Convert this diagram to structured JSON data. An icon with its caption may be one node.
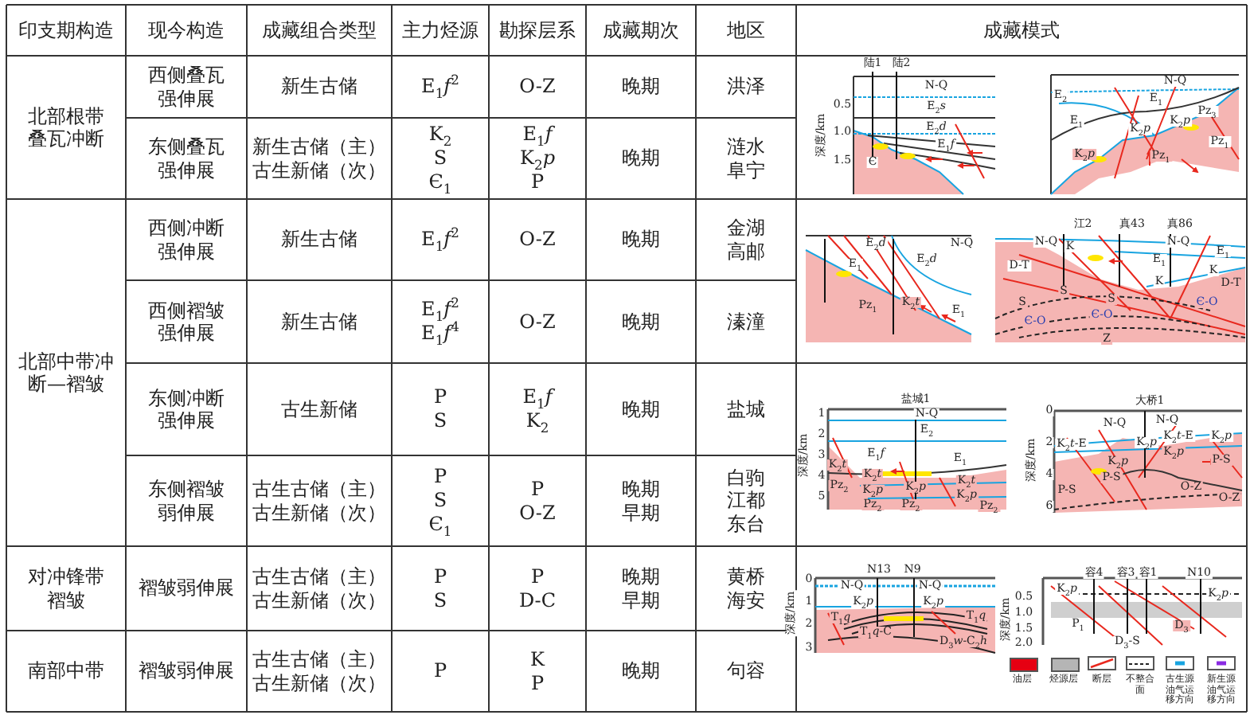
{
  "diagram": {
    "labels": [
      "印支期构造",
      "现今构造",
      "成藏组合类型",
      "主力烃源",
      "勘探层系",
      "成藏期次",
      "地区",
      "成藏模式",
      "北部根带叠瓦冲断",
      "西侧叠瓦强伸展",
      "新生古储",
      "E$_{1}$*f*$^{2}$",
      "O-Z",
      "晚期",
      "洪泽",
      "东侧叠瓦强伸展",
      "新生古储（主）古生新储（次）",
      "K$_{2}$ S Є$_{1}$",
      "E$_{1}$*f* K$_{2}$*p* P",
      "晚期",
      "涟水阜宁",
      "北部中带冲断—褶皱",
      "西侧冲断强伸展",
      "新生古储",
      "E$_{1}$*f*$^{2}$",
      "O-Z",
      "晚期",
      "金湖高邮",
      "西侧褶皱强伸展",
      "新生古储",
      "E$_{1}$*f*$^{2}$ E$_{1}$*f*$^{4}$",
      "O-Z",
      "晚期",
      "溱潼",
      "东侧冲断强伸展",
      "古生新储",
      "P S",
      "E$_{1}$*f* K$_{2}$",
      "晚期",
      "盐城",
      "东侧褶皱弱伸展",
      "古生古储（主）古生新储（次）",
      "P S Є$_{1}$",
      "P O-Z",
      "晚期早期",
      "白驹江都东台",
      "对冲锋带褶皱",
      "褶皱弱伸展",
      "古生古储（主）古生新储（次）",
      "P S",
      "P D-C",
      "晚期早期",
      "黄桥海安",
      "南部中带",
      "褶皱弱伸展",
      "古生古储（主）古生新储（次）",
      "P",
      "K P",
      "晚期",
      "句容",
      "陆1",
      "陆2",
      "N-Q",
      "E$_{2}$*s*",
      "E$_{2}$*d*",
      "E$_{1}$*f*",
      "Є",
      "0.5",
      "1.0",
      "1.5",
      "深度/km",
      "N-Q",
      "E$_{2}$",
      "E$_{1}$",
      "E$_{1}$",
      "K$_{2}$*p*",
      "K$_{2}$*p*",
      "Pz$_{3}$",
      "Pz$_{1}$",
      "K$_{2}$*p*",
      "Pz$_{1}$",
      "E$_{2}$*d*",
      "N-Q",
      "E$_{1}$",
      "E$_{2}$*d*",
      "Pz$_{1}$",
      "K$_{2}$*t*",
      "E$_{1}$",
      "江2",
      "真43",
      "真86",
      "N-Q",
      "K",
      "N-Q",
      "D-T",
      "E$_{1}$",
      "E$_{1}$",
      "K",
      "K",
      "D-T",
      "S",
      "S",
      "S",
      "Є-O",
      "Є-O",
      "Є-O",
      "Z",
      "盐城1",
      "1",
      "2",
      "3",
      "4",
      "5",
      "深度/km",
      "N-Q",
      "E$_{2}$",
      "E$_{1}$*f*",
      "E$_{1}$",
      "K$_{2}$*t*",
      "K$_{2}$*t*",
      "Pz$_{2}$",
      "K$_{2}$*p*",
      "Pz$_{2}$",
      "K$_{2}$*p*",
      "Pz$_{2}$",
      "K$_{2}$*t*",
      "K$_{2}$*p*",
      "Pz$_{2}$",
      "大桥1",
      "0",
      "2",
      "4",
      "6",
      "深度/km",
      "N-Q",
      "N-Q",
      "K$_{2}$*t*-E",
      "K$_{2}$*p*",
      "K$_{2}$*p*",
      "K$_{2}$*t*-E",
      "K$_{2}$*p*",
      "K$_{2}$*p*",
      "P-S",
      "P-S",
      "P-S",
      "O-Z",
      "O-Z",
      "N13",
      "N9",
      "0",
      "1",
      "2",
      "3",
      "深度/km",
      "N-Q",
      "N-Q",
      "K$_{2}$*p*",
      "K$_{2}$*p*",
      "T$_{1}$*q*",
      "T$_{1}$*q*-C",
      "T$_{1}$*q*",
      "D$_{3}$*w*-C$_{2}$*h*",
      "容4",
      "容3",
      "容1",
      "N10",
      "0.5",
      "1.0",
      "1.5",
      "2.0",
      "深度/km",
      "K$_{2}$*p*",
      "K$_{2}$*p*",
      "D$_{3}$",
      "D$_{3}$-S",
      "P$_{1}$"
    ],
    "legend": [
      {
        "text": "油层",
        "color": "#e60012"
      },
      {
        "text": "烃源层",
        "color": "#b5b5b5"
      },
      {
        "text": "断层"
      },
      {
        "text": "不整合面"
      },
      {
        "text": "古生源油气运移方向"
      },
      {
        "text": "新生源油气运移方向"
      }
    ]
  }
}
